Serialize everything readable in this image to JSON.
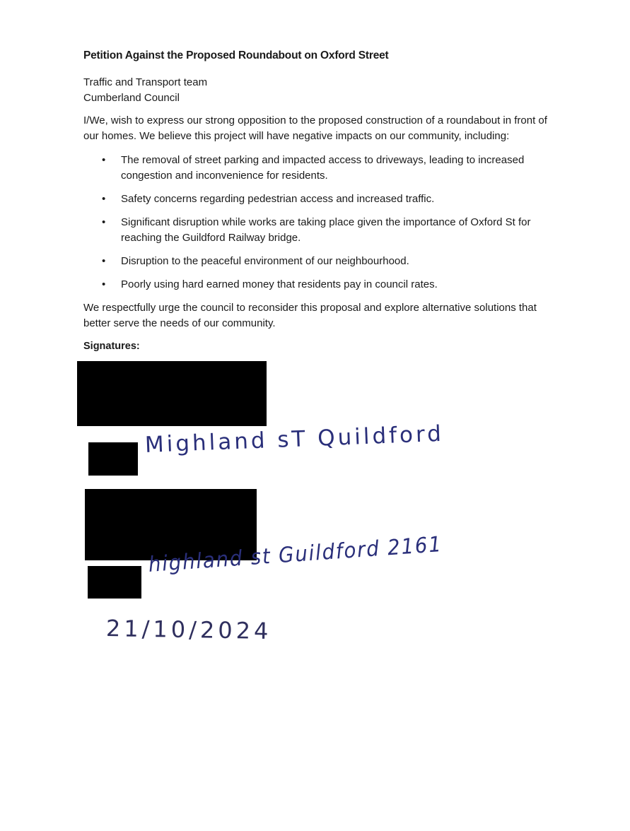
{
  "document": {
    "title": "Petition Against the Proposed Roundabout on Oxford Street",
    "recipient": {
      "line1": "Traffic and Transport team",
      "line2": "Cumberland Council"
    },
    "intro": "I/We, wish to express our strong opposition to the proposed construction of a roundabout in front of our homes. We believe this project will have negative impacts on our community, including:",
    "bullet_glyph": "•",
    "concerns": [
      "The removal of street parking and impacted access to driveways, leading to increased congestion and inconvenience for residents.",
      "Safety concerns regarding pedestrian access and increased traffic.",
      "Significant disruption while works are taking place given the importance of Oxford St for reaching the Guildford Railway bridge.",
      "Disruption to the peaceful environment of our neighbourhood.",
      "Poorly using hard earned money that residents pay in council rates."
    ],
    "closing": "We respectfully urge the council to reconsider this proposal and explore alternative solutions that better serve the needs of our community.",
    "signatures_heading": "Signatures:",
    "handwritten": {
      "address_1": "Mighland sT Quildford",
      "address_2": "highland st Guildford 2161",
      "date": "21/10/2024"
    },
    "colors": {
      "ink_blue": "#2a2f7a",
      "redaction": "#000000"
    }
  }
}
